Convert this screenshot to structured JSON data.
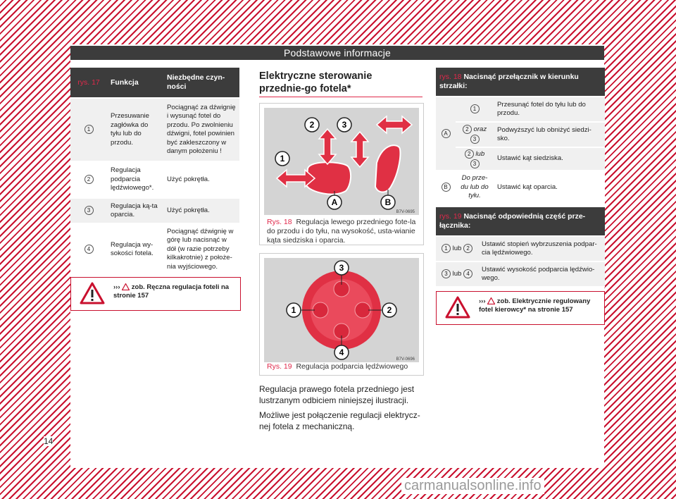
{
  "header": {
    "title": "Podstawowe informacje"
  },
  "page_number": "14",
  "watermark": "carmanualsonline.info",
  "left_table": {
    "headers": [
      "rys. 17",
      "Funkcja",
      "Niezbędne czyn-\nności"
    ],
    "rows": [
      {
        "num": "1",
        "function": "Przesuwanie zagłówka do tyłu lub do przodu.",
        "action": "Pociągnąć za dźwignię i wysunąć fotel do przodu. Po zwolnieniu dźwigni, fotel powinien być zakleszczony w danym położeniu !"
      },
      {
        "num": "2",
        "function": "Regulacja podparcia lędźwiowego*.",
        "action": "Użyć pokrętła."
      },
      {
        "num": "3",
        "function": "Regulacja ką-ta oparcia.",
        "action": "Użyć pokrętła."
      },
      {
        "num": "4",
        "function": "Regulacja wy-sokości fotela.",
        "action": "Pociągnąć dźwignię w górę lub nacisnąć w dół (w razie potrzeby kilkakrotnie) z położe-nia wyjściowego."
      }
    ]
  },
  "left_warning": {
    "prefix": "›››",
    "text": "zob. Ręczna regulacja foteli na stronie 157"
  },
  "middle": {
    "heading": "Elektryczne sterowanie przednie-go fotela*",
    "fig18": {
      "label": "Rys. 18",
      "caption": "Regulacja lewego przedniego fote-la do przodu i do tyłu, na wysokość, usta-wianie kąta siedziska i oparcia.",
      "code": "B7V-0695",
      "markers": [
        "1",
        "2",
        "3",
        "A",
        "B"
      ]
    },
    "fig19": {
      "label": "Rys. 19",
      "caption": "Regulacja podparcia lędźwiowego",
      "code": "B7V-0696",
      "markers": [
        "1",
        "2",
        "3",
        "4"
      ]
    },
    "para1": "Regulacja prawego fotela przedniego jest lustrzanym odbiciem niniejszej ilustracji.",
    "para2": "Możliwe jest połączenie regulacji elektrycz-nej fotela z mechaniczną."
  },
  "right_table1": {
    "header_label": "rys. 18",
    "header_text": "Nacisnąć przełącznik w kierunku strzałki:",
    "group_A": "A",
    "rows_A": [
      {
        "key": "1",
        "text": "Przesunąć fotel do tyłu lub do przodu."
      },
      {
        "key_a": "2",
        "join": "oraz",
        "key_b": "3",
        "text": "Podwyższyć lub obniżyć siedzi-sko."
      },
      {
        "key_a": "2",
        "join": "lub",
        "key_b": "3",
        "text": "Ustawić kąt siedziska."
      }
    ],
    "group_B": "B",
    "row_B": {
      "key": "Do prze-du lub do tyłu.",
      "text": "Ustawić kąt oparcia."
    }
  },
  "right_table2": {
    "header_label": "rys. 19",
    "header_text": "Nacisnąć odpowiednią część prze-łącznika:",
    "rows": [
      {
        "key_a": "1",
        "join": "lub",
        "key_b": "2",
        "text": "Ustawić stopień wybrzuszenia podpar-cia lędźwiowego."
      },
      {
        "key_a": "3",
        "join": "lub",
        "key_b": "4",
        "text": "Ustawić wysokość podparcia lędźwio-wego."
      }
    ]
  },
  "right_warning": {
    "prefix": "›››",
    "text": "zob. Elektrycznie regulowany fotel kierowcy* na stronie 157"
  }
}
